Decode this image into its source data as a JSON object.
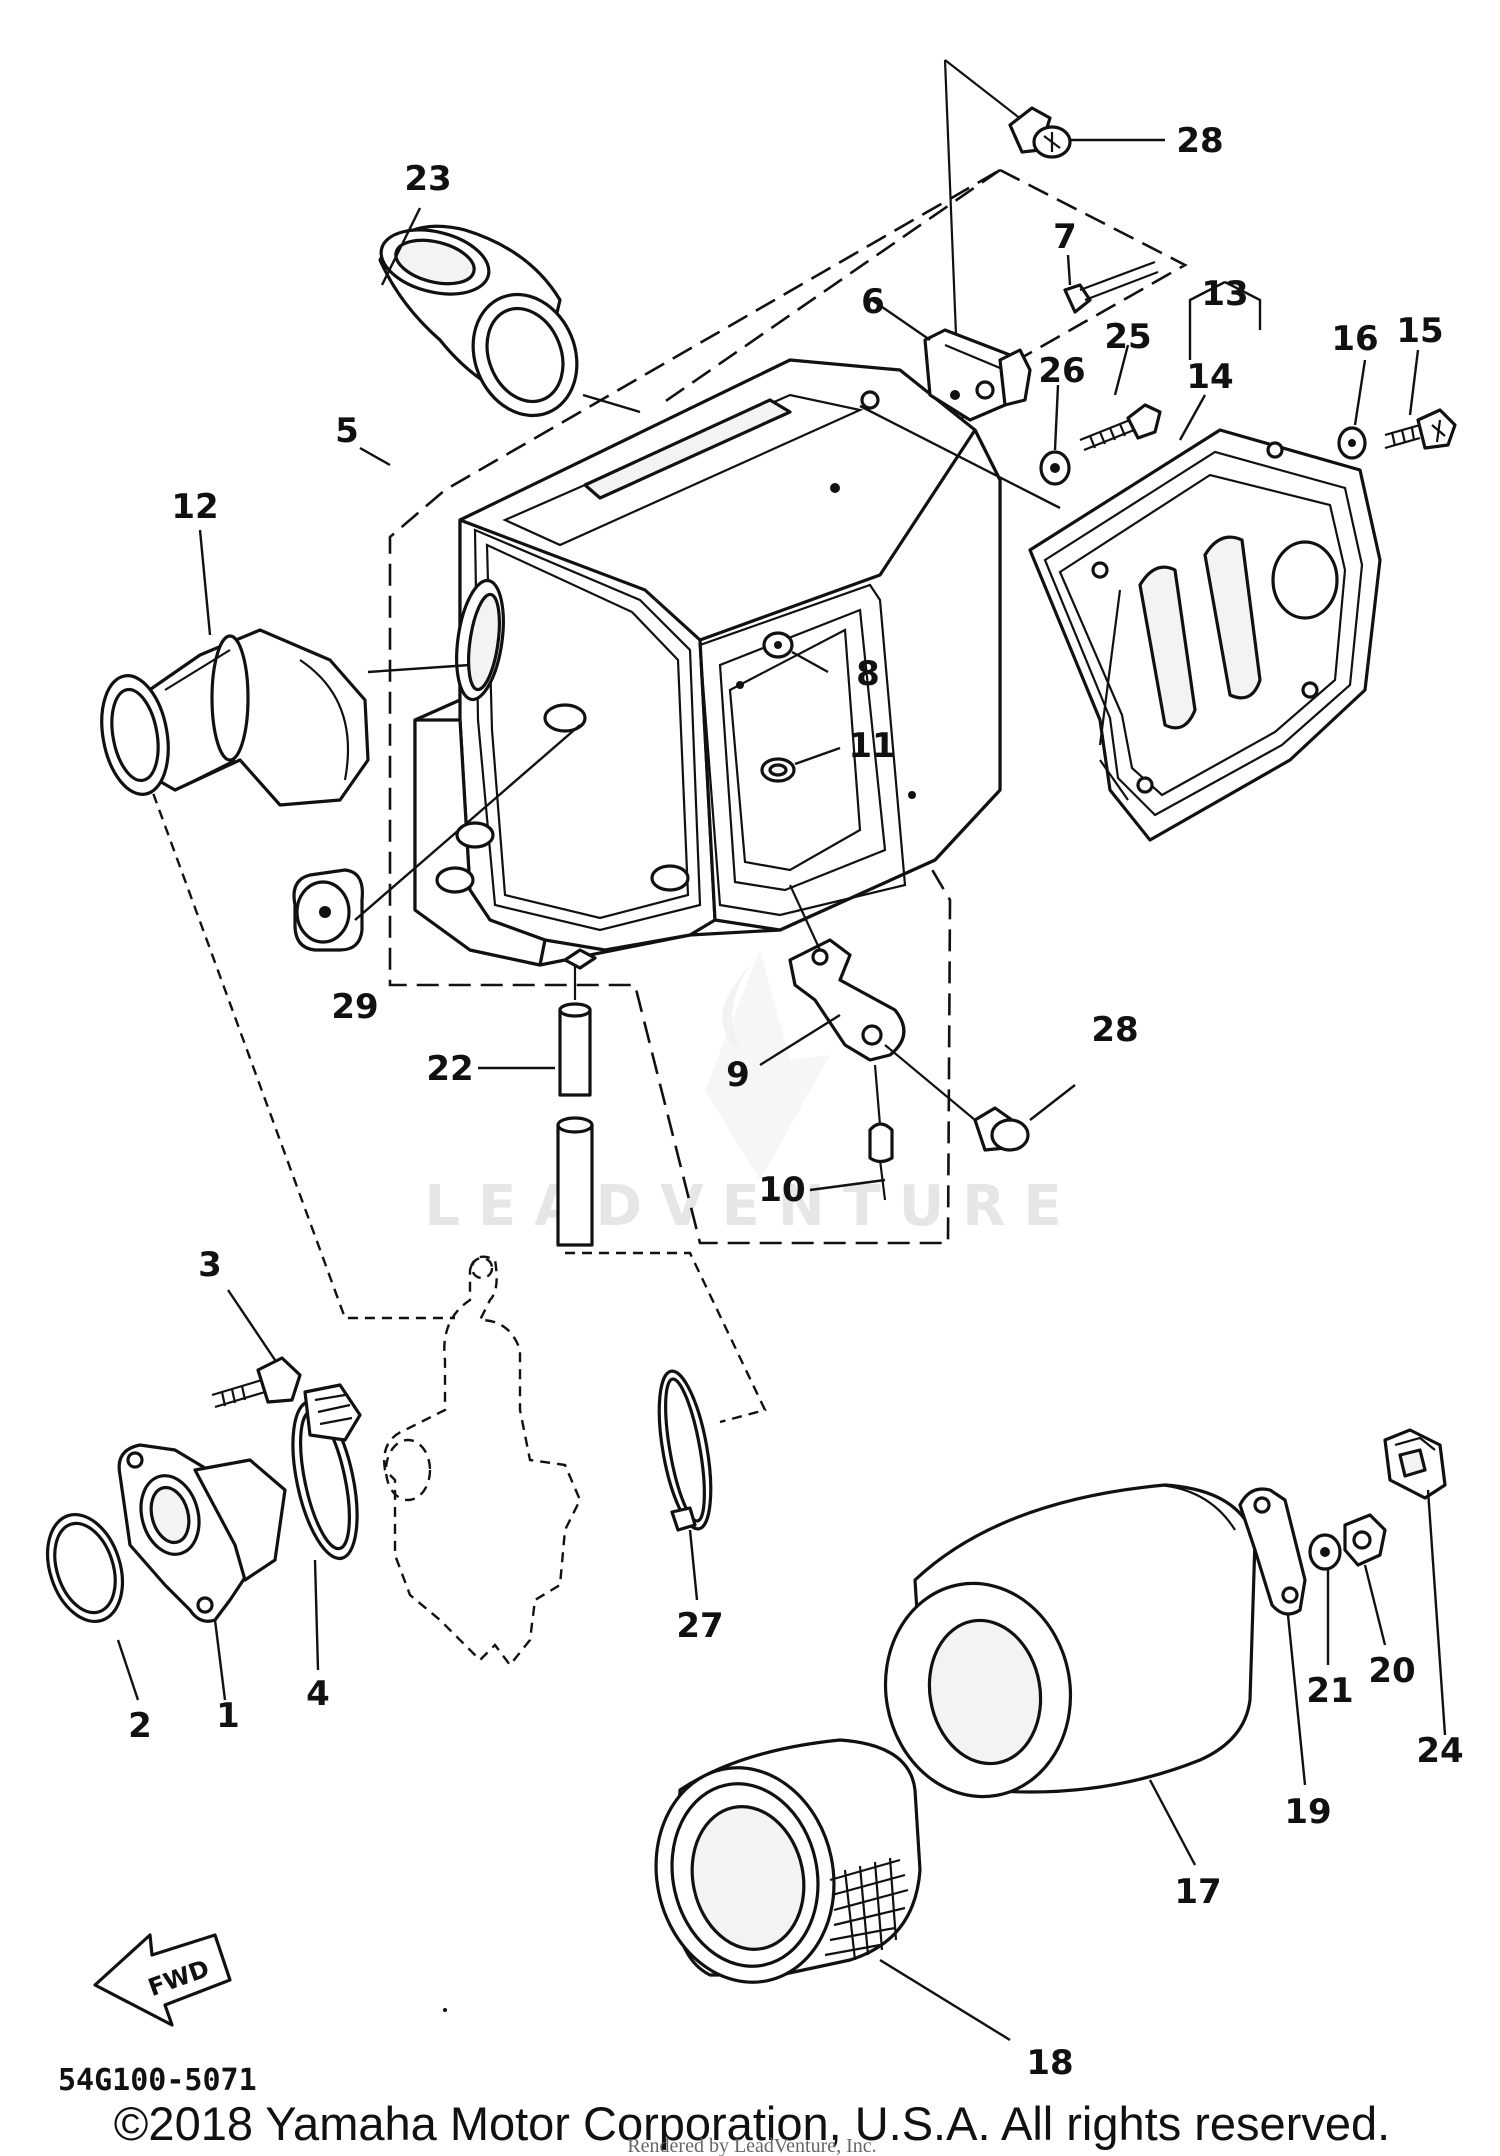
{
  "diagram": {
    "part_code": "54G100-5071",
    "copyright": "©2018 Yamaha Motor Corporation, U.S.A. All rights reserved.",
    "rendered_by": "Rendered by LeadVenture, Inc.",
    "watermark": "LEADVENTURE",
    "fwd_label": "FWD",
    "callouts": [
      "1",
      "2",
      "3",
      "4",
      "5",
      "6",
      "7",
      "8",
      "9",
      "10",
      "11",
      "12",
      "13",
      "14",
      "15",
      "16",
      "17",
      "18",
      "19",
      "20",
      "21",
      "22",
      "23",
      "24",
      "25",
      "26",
      "27",
      "28",
      "28",
      "29"
    ]
  }
}
